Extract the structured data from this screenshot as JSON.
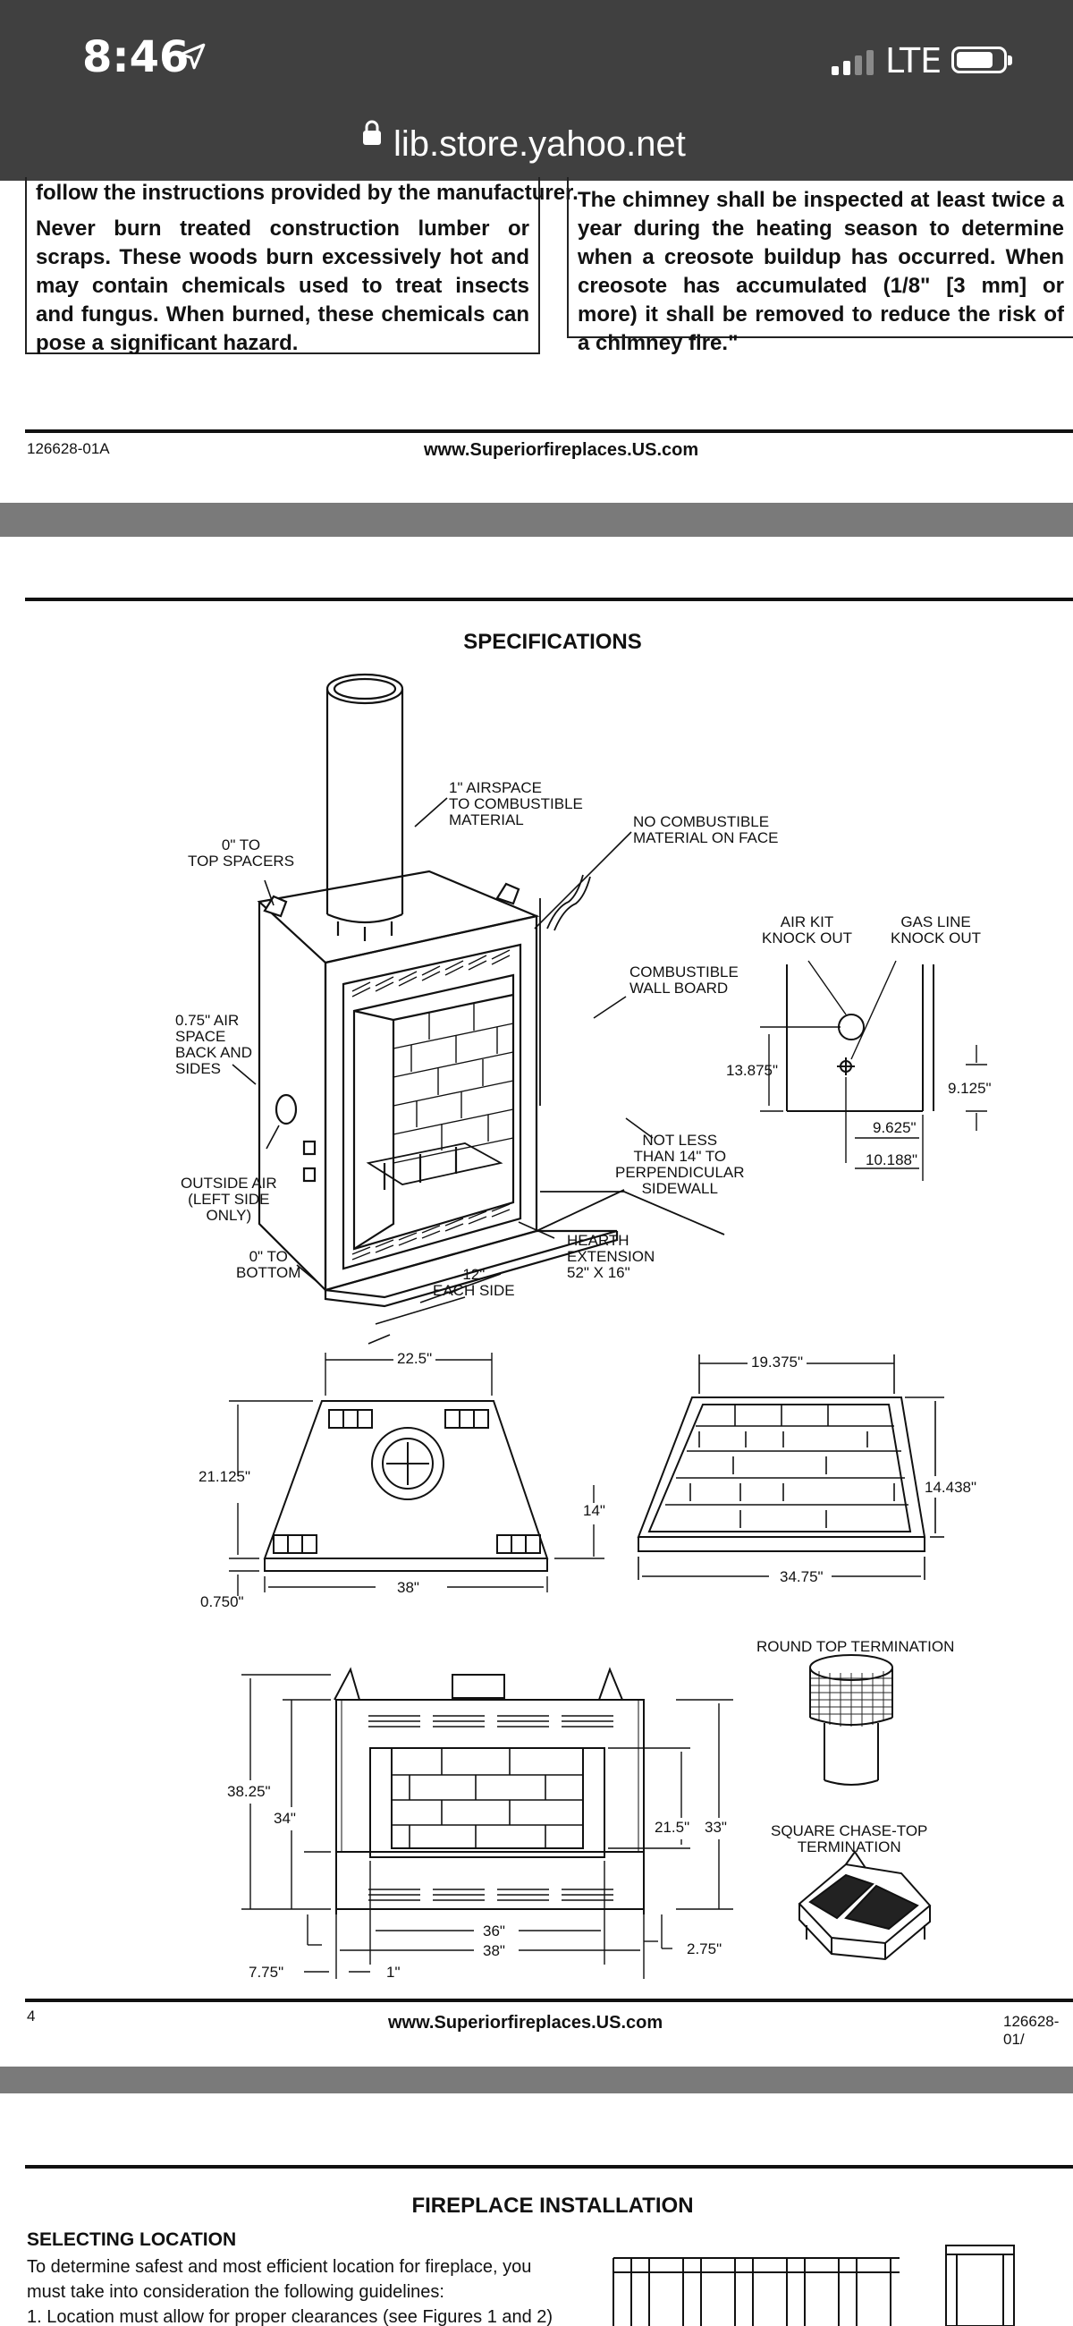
{
  "status_bar": {
    "time": "8:46",
    "network": "LTE"
  },
  "browser": {
    "url": "lib.store.yahoo.net"
  },
  "page1": {
    "left_box_top": "follow the instructions provided by the manufacturer.",
    "left_box_body": "Never burn treated construction lumber or scraps. These woods burn excessively hot and may contain chemicals used to treat insects and fungus. When burned, these chemicals can pose a significant hazard.",
    "right_box_body": "The chimney shall be inspected at least twice a year during the heating season to determine when a creosote buildup has occurred.  When creosote has accumulated (1/8\" [3 mm] or more) it shall be removed to reduce the risk of a chimney fire.\"",
    "footer_code": "126628-01A",
    "footer_url": "www.Superiorfireplaces.US.com"
  },
  "page2": {
    "title": "SPECIFICATIONS",
    "labels": {
      "airspace": "1\" AIRSPACE\nTO COMBUSTIBLE\nMATERIAL",
      "no_combustible": "NO COMBUSTIBLE\nMATERIAL ON FACE",
      "top_spacers": "0\" TO\nTOP SPACERS",
      "combustible_wall": "COMBUSTIBLE\nWALL BOARD",
      "air_space_back": "0.75\" AIR\nSPACE\nBACK AND\nSIDES",
      "outside_air": "OUTSIDE AIR\n(LEFT SIDE\nONLY)",
      "bottom": "0\" TO\nBOTTOM",
      "not_less": "NOT LESS\nTHAN 14\" TO\nPERPENDICULAR\nSIDEWALL",
      "hearth": "HEARTH\nEXTENSION\n52\" X 16\"",
      "each_side": "12\"\nEACH SIDE",
      "air_kit": "AIR KIT\nKNOCK OUT",
      "gas_line": "GAS LINE\nKNOCK OUT",
      "dim_13875": "13.875\"",
      "dim_9125": "9.125\"",
      "dim_9625": "9.625\"",
      "dim_10188": "10.188\"",
      "dim_225": "22.5\"",
      "dim_21125": "21.125\"",
      "dim_14": "14\"",
      "dim_0750": "0.750\"",
      "dim_38a": "38\"",
      "dim_19375": "19.375\"",
      "dim_14438": "14.438\"",
      "dim_3475": "34.75\"",
      "round_top": "ROUND TOP TERMINATION",
      "square_chase": "SQUARE CHASE-TOP\nTERMINATION",
      "dim_3825": "38.25\"",
      "dim_34": "34\"",
      "dim_215": "21.5\"",
      "dim_33": "33\"",
      "dim_775": "7.75\"",
      "dim_36": "36\"",
      "dim_38b": "38\"",
      "dim_275": "2.75\"",
      "dim_1": "1\""
    },
    "footer_page": "4",
    "footer_url": "www.Superiorfireplaces.US.com",
    "footer_code": "126628-01/"
  },
  "page3": {
    "title": "FIREPLACE INSTALLATION",
    "subtitle": "SELECTING LOCATION",
    "body": "To determine safest and most efficient location for fireplace, you must take into consideration the following guidelines:",
    "item1": "1.  Location must allow for proper clearances (see Figures 1 and 2)"
  }
}
